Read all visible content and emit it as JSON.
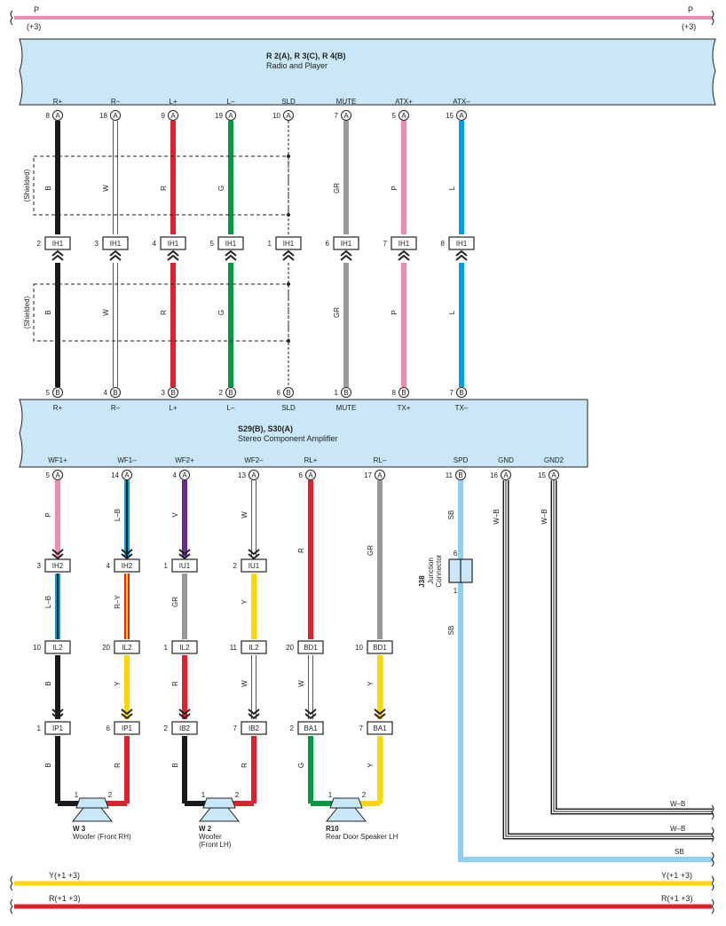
{
  "bus_top": {
    "label": "P",
    "note": "(+3)"
  },
  "bus_bottom": [
    {
      "label": "Y(+1 +3)",
      "color": "#ffd600"
    },
    {
      "label": "R(+1 +3)",
      "color": "#e0202a"
    }
  ],
  "radio": {
    "title": "R 2(A), R 3(C), R 4(B)",
    "subtitle": "Radio and Player",
    "pins": [
      {
        "label": "R+",
        "no": "8",
        "conn": "A"
      },
      {
        "label": "R–",
        "no": "18",
        "conn": "A"
      },
      {
        "label": "L+",
        "no": "9",
        "conn": "A"
      },
      {
        "label": "L–",
        "no": "19",
        "conn": "A"
      },
      {
        "label": "SLD",
        "no": "10",
        "conn": "A"
      },
      {
        "label": "MUTE",
        "no": "7",
        "conn": "A"
      },
      {
        "label": "ATX+",
        "no": "5",
        "conn": "A"
      },
      {
        "label": "ATX–",
        "no": "15",
        "conn": "A"
      }
    ]
  },
  "upper_wires": [
    {
      "color_code": "B",
      "hex": "#1a1a1a",
      "ih1_pin": "2"
    },
    {
      "color_code": "W",
      "hex": "#ffffff",
      "ih1_pin": "3"
    },
    {
      "color_code": "R",
      "hex": "#e0202a",
      "ih1_pin": "4"
    },
    {
      "color_code": "G",
      "hex": "#009a44",
      "ih1_pin": "5"
    },
    {
      "color_code": "",
      "hex": "#222222",
      "ih1_pin": "1"
    },
    {
      "color_code": "GR",
      "hex": "#999999",
      "ih1_pin": "6"
    },
    {
      "color_code": "P",
      "hex": "#f08cb4",
      "ih1_pin": "7"
    },
    {
      "color_code": "L",
      "hex": "#00a0e0",
      "ih1_pin": "8"
    }
  ],
  "ih1_label": "IH1",
  "shield_label": "(Shielded)",
  "amp": {
    "title": "S29(B), S30(A)",
    "subtitle": "Stereo Component Amplifier",
    "top_pins": [
      {
        "label": "R+",
        "no": "5",
        "conn": "B"
      },
      {
        "label": "R–",
        "no": "4",
        "conn": "B"
      },
      {
        "label": "L+",
        "no": "3",
        "conn": "B"
      },
      {
        "label": "L–",
        "no": "2",
        "conn": "B"
      },
      {
        "label": "SLD",
        "no": "6",
        "conn": "B"
      },
      {
        "label": "MUTE",
        "no": "1",
        "conn": "B"
      },
      {
        "label": "TX+",
        "no": "8",
        "conn": "B"
      },
      {
        "label": "TX–",
        "no": "7",
        "conn": "B"
      }
    ],
    "bottom_pins": [
      {
        "label": "WF1+",
        "no": "5",
        "conn": "A"
      },
      {
        "label": "WF1–",
        "no": "14",
        "conn": "A"
      },
      {
        "label": "WF2+",
        "no": "4",
        "conn": "A"
      },
      {
        "label": "WF2–",
        "no": "13",
        "conn": "A"
      },
      {
        "label": "RL+",
        "no": "6",
        "conn": "A"
      },
      {
        "label": "RL–",
        "no": "17",
        "conn": "A"
      },
      {
        "label": "SPD",
        "no": "11",
        "conn": "B"
      },
      {
        "label": "GND",
        "no": "16",
        "conn": "A"
      },
      {
        "label": "GND2",
        "no": "15",
        "conn": "A"
      }
    ]
  },
  "lower_wires": [
    {
      "seg1": "P",
      "c1": "IH2",
      "p1": "3",
      "seg2": "L–B",
      "c2": "IL2",
      "p2": "10",
      "seg3": "B",
      "c3": "IP1",
      "p3": "1",
      "seg4": "B"
    },
    {
      "seg1": "L–B",
      "c1": "IH2",
      "p1": "4",
      "seg2": "R–Y",
      "c2": "IL2",
      "p2": "20",
      "seg3": "Y",
      "c3": "IP1",
      "p3": "6",
      "seg4": "R"
    },
    {
      "seg1": "V",
      "c1": "IU1",
      "p1": "1",
      "seg2": "GR",
      "c2": "IL2",
      "p2": "1",
      "seg3": "R",
      "c3": "IB2",
      "p3": "2",
      "seg4": "B"
    },
    {
      "seg1": "W",
      "c1": "IU1",
      "p1": "2",
      "seg2": "Y",
      "c2": "IL2",
      "p2": "11",
      "seg3": "W",
      "c3": "IB2",
      "p3": "7",
      "seg4": "R"
    },
    {
      "seg1": "R",
      "c1": "",
      "p1": "",
      "seg2": "",
      "c2": "BD1",
      "p2": "20",
      "seg3": "W",
      "c3": "BA1",
      "p3": "2",
      "seg4": "G"
    },
    {
      "seg1": "GR",
      "c1": "",
      "p1": "",
      "seg2": "",
      "c2": "BD1",
      "p2": "10",
      "seg3": "Y",
      "c3": "BA1",
      "p3": "7",
      "seg4": "Y"
    }
  ],
  "spd_wire": {
    "upper": "SB",
    "lower": "SB",
    "right_label": "SB"
  },
  "junction": {
    "id": "J38",
    "name": "Junction Connector",
    "pin_top": "6",
    "pin_bottom": "1"
  },
  "gnd_wires": [
    {
      "label": "W–B"
    },
    {
      "label": "W–B"
    }
  ],
  "speakers": [
    {
      "id": "W 3",
      "name": "Woofer (Front RH)",
      "pin1": "1",
      "pin2": "2"
    },
    {
      "id": "W 2",
      "name": "Woofer",
      "name2": "(Front LH)",
      "pin1": "1",
      "pin2": "2"
    },
    {
      "id": "R10",
      "name": "Rear Door Speaker LH",
      "pin1": "1",
      "pin2": "2"
    }
  ]
}
